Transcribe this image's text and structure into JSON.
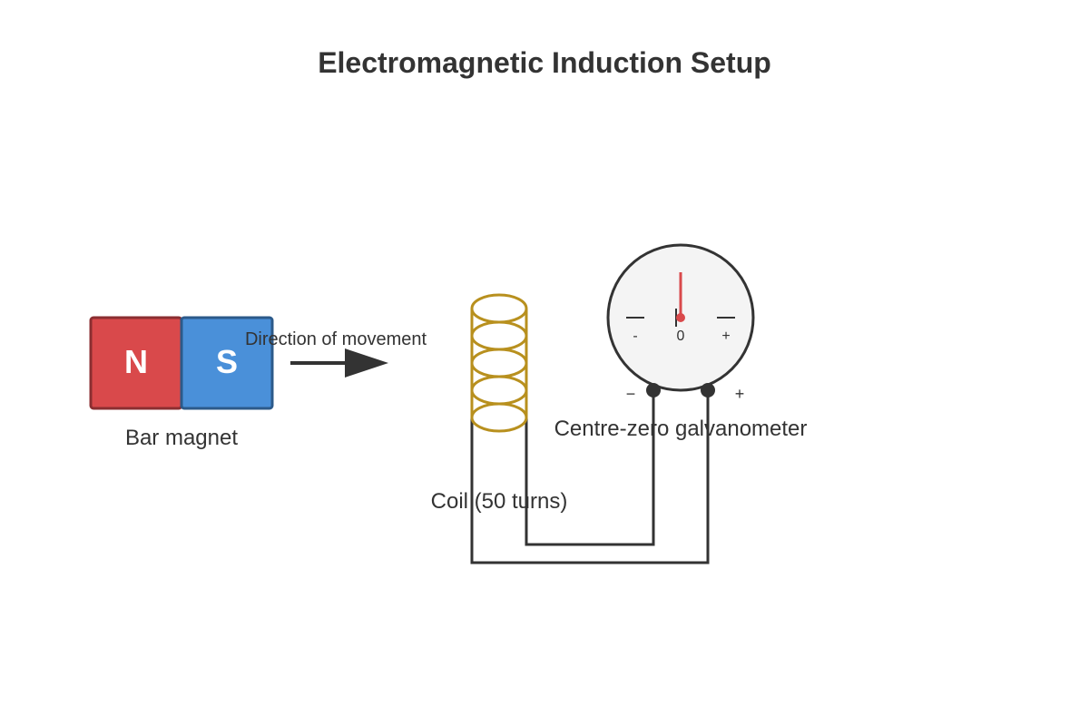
{
  "title": "Electromagnetic Induction Setup",
  "magnet": {
    "north_label": "N",
    "south_label": "S",
    "caption": "Bar magnet",
    "north_color": "#d9494b",
    "south_color": "#4a90d9"
  },
  "movement": {
    "label": "Direction of movement",
    "arrow_icon": "arrow-right-icon"
  },
  "coil": {
    "caption": "Coil (50 turns)",
    "color": "#b8901e"
  },
  "galvanometer": {
    "caption": "Centre-zero galvanometer",
    "scale": {
      "minus": "-",
      "zero": "0",
      "plus": "+"
    },
    "terminal_minus": "−",
    "terminal_plus": "+",
    "needle_color": "#d9494b",
    "needle_reading": 0
  },
  "colors": {
    "wire": "#333333",
    "text": "#333333"
  }
}
